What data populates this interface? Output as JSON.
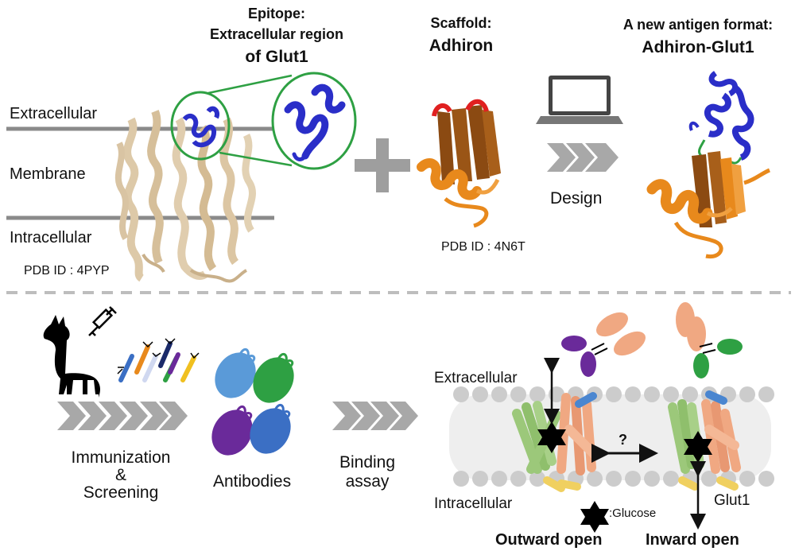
{
  "top": {
    "epitope": {
      "line1": "Epitope:",
      "line2": "Extracellular region",
      "line3": "of Glut1"
    },
    "scaffold": {
      "line1": "Scaffold:",
      "line2": "Adhiron"
    },
    "antigen_format": {
      "line1": "A new antigen format:",
      "line2": "Adhiron-Glut1"
    },
    "membrane_labels": {
      "extracellular": "Extracellular",
      "membrane": "Membrane",
      "intracellular": "Intracellular"
    },
    "pdb_glut1": "PDB ID : 4PYP",
    "pdb_adhiron": "PDB ID : 4N6T",
    "design_label": "Design"
  },
  "bottom": {
    "immunization": {
      "line1": "Immunization",
      "line2": "&",
      "line3": "Screening"
    },
    "antibodies": "Antibodies",
    "binding": {
      "line1": "Binding",
      "line2": "assay"
    },
    "extracellular": "Extracellular",
    "intracellular": "Intracellular",
    "glucose_label": ":Glucose",
    "glut1_label": "Glut1",
    "question": "?",
    "outward_open": "Outward open",
    "inward_open": "Inward open"
  },
  "colors": {
    "epitope_blue": "#2a2ec8",
    "scaffold_orange": "#e8891c",
    "scaffold_brown": "#8b4a12",
    "loop_red": "#e02020",
    "circle_green": "#2ea043",
    "transporter_tan": "#d9c4a3",
    "arrow_gray": "#a8a8a8",
    "membrane_gray": "#d8d8d8",
    "helix_green": "#9cc87a",
    "helix_salmon": "#f0a882",
    "antibody_purple": "#6a2a9a",
    "antibody_green": "#2ea043",
    "antibody_blue": "#3b6fc4",
    "antibody_lightblue": "#5a9ad8"
  }
}
